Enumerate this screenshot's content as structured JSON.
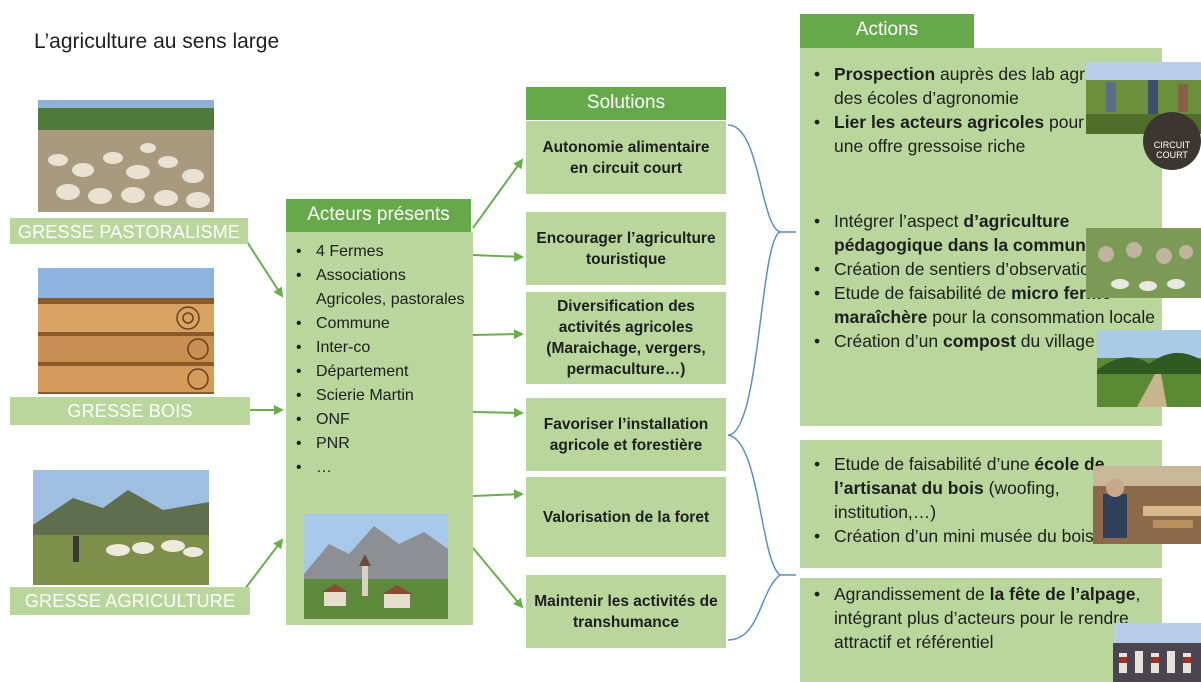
{
  "title": "L’agriculture au sens large",
  "sources": [
    {
      "label": "GRESSE PASTORALISME"
    },
    {
      "label": "GRESSE BOIS"
    },
    {
      "label": "GRESSE AGRICULTURE"
    }
  ],
  "acteurs": {
    "header": "Acteurs présents",
    "items": [
      "4 Fermes",
      "Associations Agricoles, pastorales",
      "Commune",
      "Inter-co",
      "Département",
      "Scierie Martin",
      "ONF",
      "PNR",
      "…"
    ]
  },
  "solutions": {
    "header": "Solutions",
    "items": [
      "Autonomie alimentaire en circuit court",
      "Encourager l’agriculture touristique",
      "Diversification des activités agricoles (Maraichage, vergers, permaculture…)",
      "Favoriser l’installation agricole et forestière",
      "Valorisation de la foret",
      "Maintenir les activités de transhumance"
    ]
  },
  "actions": {
    "header": "Actions",
    "circuit_court_badge": [
      "CIRCUIT",
      "COURT"
    ],
    "group1": {
      "a1": {
        "bold": "Prospection",
        "rest": " auprès des lab agricoles et des écoles d’agronomie"
      },
      "a2": {
        "bold": "Lier les acteurs agricoles",
        "rest": " pour proposer une offre gressoise  riche"
      }
    },
    "group2": {
      "a1": {
        "pre": "Intégrer l’aspect ",
        "bold": "d’agriculture pédagogique dans la communication"
      },
      "a2": "Création de sentiers d’observation",
      "a3": {
        "pre": "Etude de faisabilité de ",
        "bold": "micro ferme maraîchère",
        "post": " pour la consommation locale"
      },
      "a4": {
        "pre": "Création d’un ",
        "bold": "compost",
        "post": " du village"
      }
    },
    "group3": {
      "a1": {
        "pre": "Etude de faisabilité d’une ",
        "bold": "école de l’artisanat du bois",
        "post": " (woofing, institution,…)"
      },
      "a2": "Création d’un mini musée du bois"
    },
    "group4": {
      "a1": {
        "pre": "Agrandissement de ",
        "bold": "la fête de l’alpage",
        "post": ", intégrant plus d’acteurs pour le rendre attractif et référentiel"
      }
    }
  },
  "colors": {
    "dark_green": "#66a94a",
    "light_green": "#b9d79c",
    "arrow": "#6aae4c",
    "brace": "#5b8fc9"
  }
}
